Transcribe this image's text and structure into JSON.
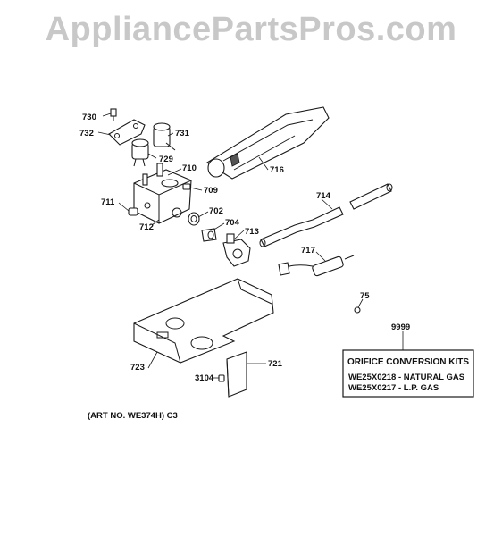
{
  "watermark": "AppliancePartsPros.com",
  "callouts": {
    "p730": "730",
    "p732": "732",
    "p731": "731",
    "p729": "729",
    "p710": "710",
    "p709": "709",
    "p711": "711",
    "p712": "712",
    "p702": "702",
    "p704": "704",
    "p713": "713",
    "p716": "716",
    "p714": "714",
    "p717": "717",
    "p75": "75",
    "p9999": "9999",
    "p723": "723",
    "p721": "721",
    "p3104": "3104"
  },
  "kit_box": {
    "title": "ORIFICE CONVERSION KITS",
    "line1": "WE25X0218 - NATURAL GAS",
    "line2": "WE25X0217 - L.P. GAS"
  },
  "art_no": "(ART NO. WE374H) C3"
}
